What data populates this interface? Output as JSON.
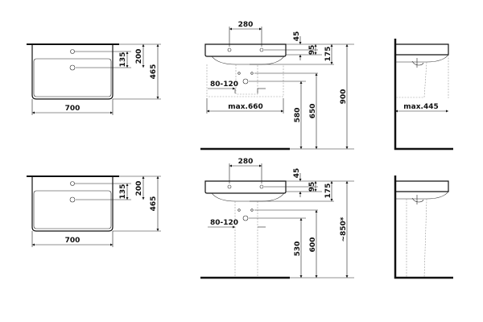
{
  "top_plan": {
    "width": "700",
    "faucet_offset": "135",
    "drain_offset": "200",
    "depth": "465"
  },
  "top_front": {
    "tap_spacing": "280",
    "rim_a": "45",
    "rim_b": "95",
    "rim_c": "175",
    "total_height": "900",
    "pedestal_width": "80-120",
    "max_width": "max.660",
    "outlet_height": "580",
    "supply_height": "650"
  },
  "top_side": {
    "max_depth": "max.445"
  },
  "bottom_plan": {
    "width": "700",
    "faucet_offset": "135",
    "drain_offset": "200",
    "depth": "465"
  },
  "bottom_front": {
    "tap_spacing": "280",
    "rim_a": "45",
    "rim_b": "95",
    "rim_c": "175",
    "total_height": "~850*",
    "pedestal_width": "80-120",
    "outlet_height": "530",
    "supply_height": "600"
  }
}
